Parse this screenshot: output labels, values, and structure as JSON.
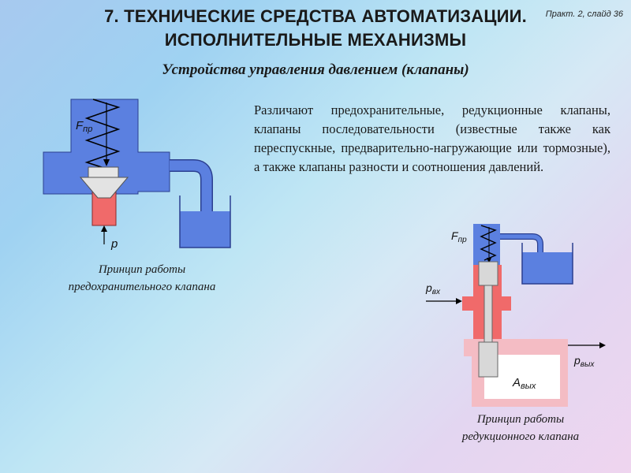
{
  "slide": {
    "title_line1": "7. ТЕХНИЧЕСКИЕ СРЕДСТВА АВТОМАТИЗАЦИИ.",
    "title_line2": "ИСПОЛНИТЕЛЬНЫЕ МЕХАНИЗМЫ",
    "slide_ref": "Практ. 2, слайд 36",
    "subtitle": "Устройства управления давлением (клапаны)",
    "body_text": "Различают предохранительные, редукционные клапаны, клапаны последовательности (известные также как переспускные, предварительно-нагружающие или тормозные), а также клапаны разности и соотношения давлений."
  },
  "diagram_left": {
    "caption_line1": "Принцип работы",
    "caption_line2": "предохранительного клапана",
    "label_force": "F",
    "label_force_sub": "пр",
    "label_pressure": "p"
  },
  "diagram_right": {
    "caption_line1": "Принцип работы",
    "caption_line2": "редукционного клапана",
    "label_force": "F",
    "label_force_sub": "пр",
    "label_p_in": "p",
    "label_p_in_sub": "вх",
    "label_p_out": "p",
    "label_p_out_sub": "вых",
    "label_area": "A",
    "label_area_sub": "вых"
  },
  "colors": {
    "valve_blue": "#5b80e0",
    "valve_red": "#f06a6a",
    "valve_pink": "#f4bcc4",
    "valve_gray": "#d8d8d8"
  }
}
